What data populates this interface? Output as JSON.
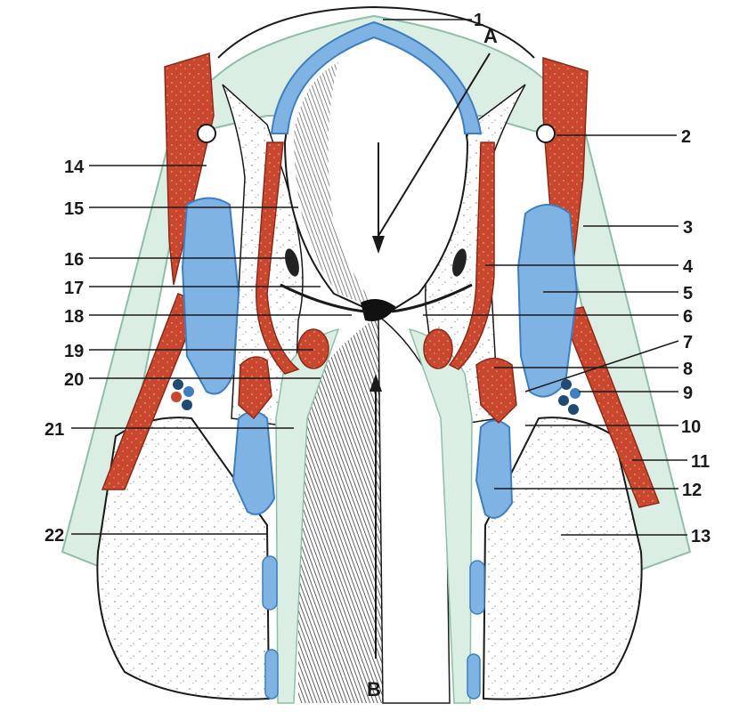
{
  "figure": {
    "letter_top": "A",
    "letter_bottom": "B",
    "labels": [
      "1",
      "2",
      "3",
      "4",
      "5",
      "6",
      "7",
      "8",
      "9",
      "10",
      "11",
      "12",
      "13",
      "14",
      "15",
      "16",
      "17",
      "18",
      "19",
      "20",
      "21",
      "22"
    ],
    "colors": {
      "blue": "#7fb3e3",
      "blue_edge": "#3f7fbf",
      "red": "#c8472e",
      "red_edge": "#8c2a18",
      "pale_green": "#dbeee3",
      "green_edge": "#8fbfa8",
      "line": "#1a1a1a",
      "hatch": "#4a4a4a"
    }
  }
}
